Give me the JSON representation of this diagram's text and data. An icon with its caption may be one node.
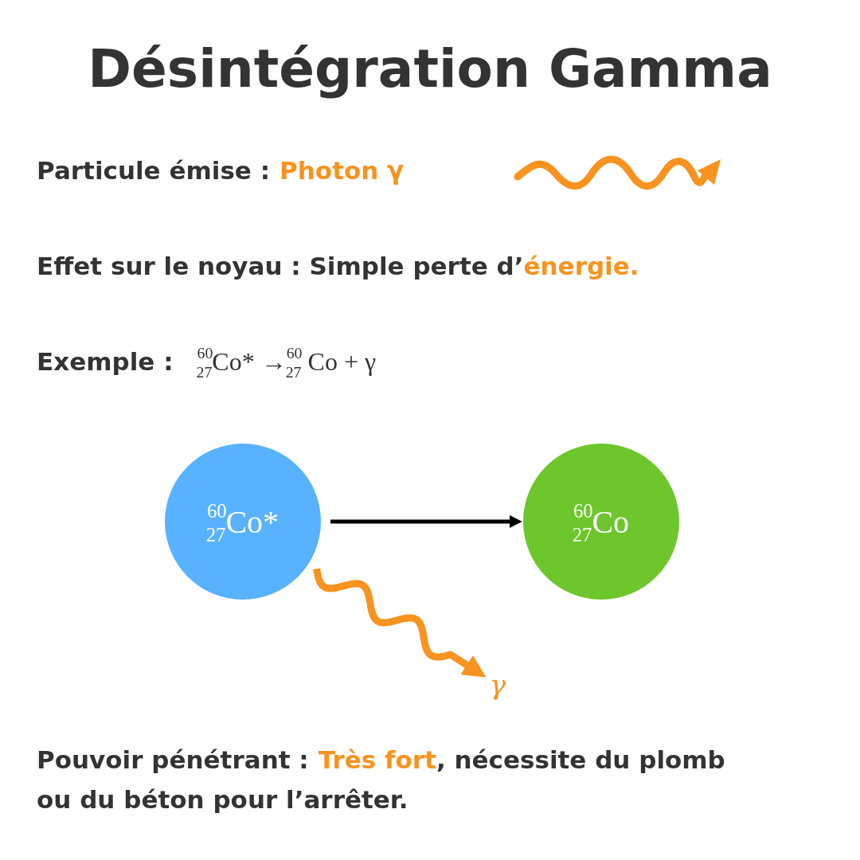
{
  "diagram": {
    "title": "Désintégration Gamma",
    "nodes": [
      {
        "text": [
          "$^{60}$$_{27}$Co*"
        ]
      },
      {
        "text": [
          "$^{60}$$_{27}$Co"
        ]
      },
      {
        "text": [
          "γ"
        ]
      }
    ],
    "edges": [
      {
        "from": 0,
        "to": 1,
        "arrow": "to"
      },
      {
        "from": 0,
        "to": 2,
        "arrow": "to",
        "style": "thick",
        "color": "#f7931e"
      }
    ],
    "labels": [
      "Particule émise :",
      "Photon γ",
      "Effet sur le noyau : Simple perte d’",
      "énergie.",
      "Exemple :",
      "$^{60}$$_{27}$Co* →$^{60}$$_{27}$ Co + γ",
      "Pouvoir pénétrant :",
      "Très fort",
      ", nécessite du plomb",
      "ou du béton pour l’arrêter."
    ]
  }
}
